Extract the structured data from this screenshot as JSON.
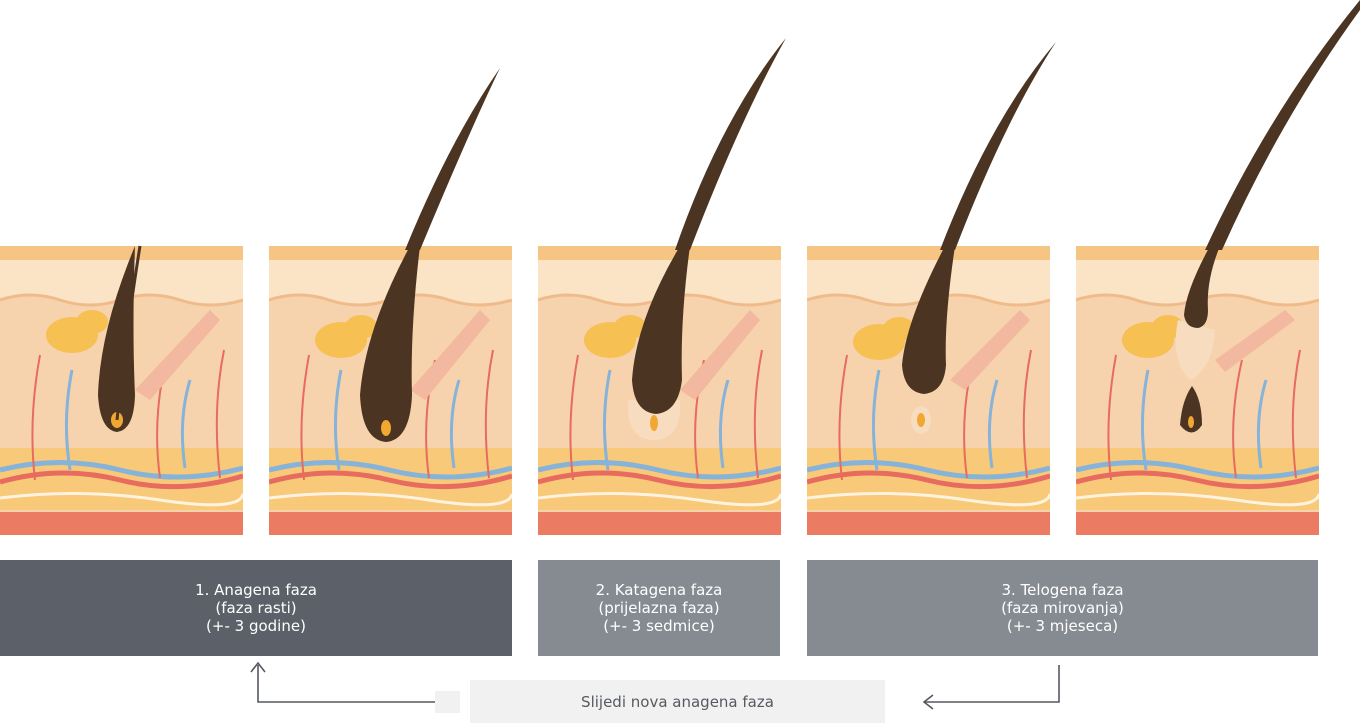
{
  "colors": {
    "skin_top": "#fbe3c6",
    "skin_mid": "#f6d3ad",
    "skin_band": "#f6c583",
    "fat": "#f7c978",
    "muscle": "#ec7b63",
    "hair": "#4b3421",
    "vein": "#86b3d9",
    "artery": "#e86b5f",
    "box_dark": "#5c6169",
    "box_light": "#868b91",
    "arrow": "#555a60",
    "next_bg": "#f1f1f1"
  },
  "phases": [
    {
      "title": "1. Anagena faza",
      "subtitle": "(faza rasti)",
      "duration": "(+- 3 godine)"
    },
    {
      "title": "2. Katagena faza",
      "subtitle": "(prijelazna faza)",
      "duration": "(+- 3 sedmice)"
    },
    {
      "title": "3. Telogena faza",
      "subtitle": "(faza mirovanja)",
      "duration": "(+- 3 mjeseca)"
    }
  ],
  "next_phase_label": "Slijedi nova anagena faza"
}
